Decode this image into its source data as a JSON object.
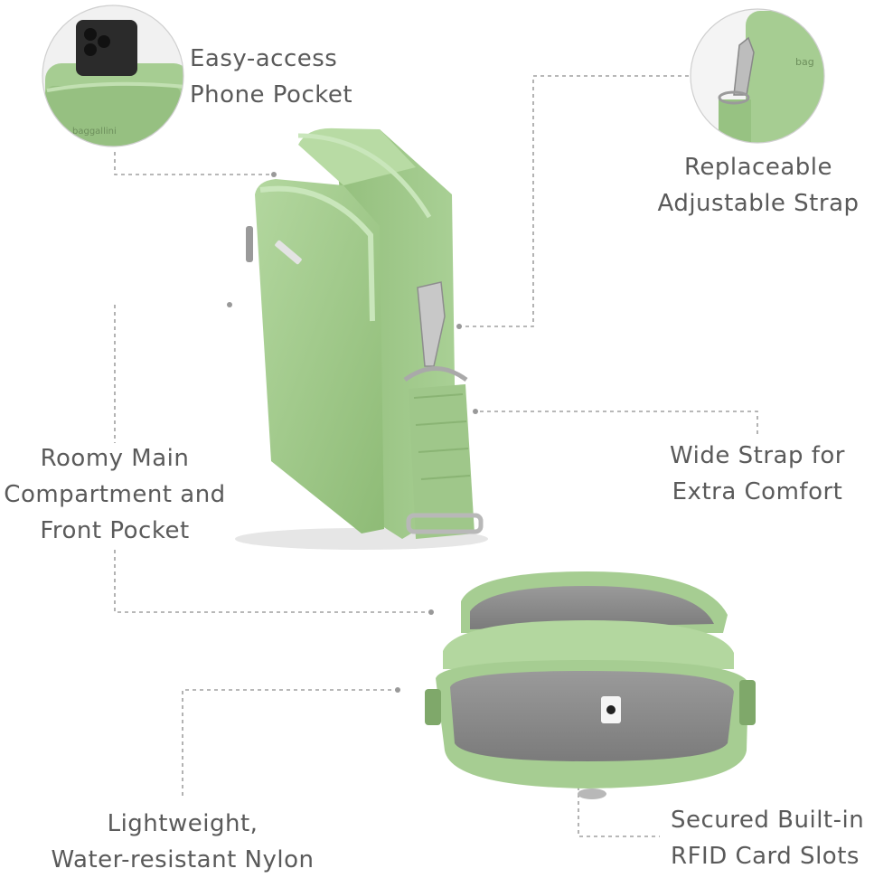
{
  "colors": {
    "bag_green": "#9fc78a",
    "bag_green_dark": "#7da868",
    "lining_gray": "#8d8d8d",
    "text_gray": "#5a5a5a",
    "leader_gray": "#9a9a9a"
  },
  "callouts": {
    "phone_pocket": [
      "Easy-access",
      "Phone Pocket"
    ],
    "strap_replaceable": [
      "Replaceable",
      "Adjustable Strap"
    ],
    "main_compartment": [
      "Roomy Main",
      "Compartment and",
      "Front Pocket"
    ],
    "wide_strap": [
      "Wide Strap for",
      "Extra Comfort"
    ],
    "nylon": [
      "Lightweight,",
      "Water-resistant Nylon"
    ],
    "rfid": [
      "Secured Built-in",
      "RFID Card Slots"
    ]
  },
  "images": {
    "inset_phone": "phone-pocket-detail",
    "inset_strap": "strap-clip-detail",
    "main_bag": "crossbody-bag",
    "open_bag": "open-bag-interior"
  }
}
